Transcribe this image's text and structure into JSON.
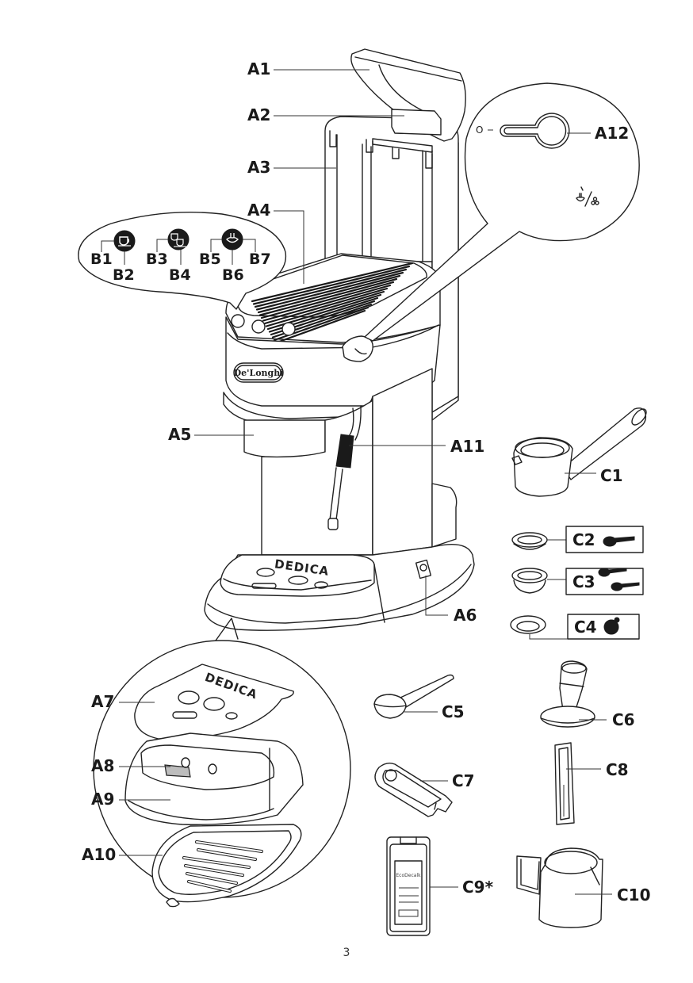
{
  "page": {
    "type": "appliance-manual-components-diagram",
    "page_number": "3"
  },
  "branding": {
    "brand_logo": "De'Longhi",
    "model_name": "DEDICA"
  },
  "labels": {
    "A1": "A1",
    "A2": "A2",
    "A3": "A3",
    "A4": "A4",
    "A5": "A5",
    "A6": "A6",
    "A7": "A7",
    "A8": "A8",
    "A9": "A9",
    "A10": "A10",
    "A11": "A11",
    "A12": "A12",
    "B1": "B1",
    "B2": "B2",
    "B3": "B3",
    "B4": "B4",
    "B5": "B5",
    "B6": "B6",
    "B7": "B7",
    "C1": "C1",
    "C2": "C2",
    "C3": "C3",
    "C4": "C4",
    "C5": "C5",
    "C6": "C6",
    "C7": "C7",
    "C8": "C8",
    "C9": "C9*",
    "C10": "C10"
  },
  "control_panel_callout": {
    "buttons": [
      {
        "icon": "single-cup-icon",
        "labels": [
          "B1",
          "B2"
        ]
      },
      {
        "icon": "double-cup-icon",
        "labels": [
          "B3",
          "B4"
        ]
      },
      {
        "icon": "steam-icon",
        "labels": [
          "B5",
          "B6",
          "B7"
        ]
      }
    ]
  },
  "steam_knob_callout": {
    "off_symbol": "O",
    "symbol_icon": "steam-hot-water-icon",
    "label": "A12"
  },
  "filter_callouts": [
    {
      "label": "C2",
      "icon": "single-scoop-icon"
    },
    {
      "label": "C3",
      "icon": "double-scoop-icon"
    },
    {
      "label": "C4",
      "icon": "pod-icon"
    }
  ],
  "decalcifier_pack": {
    "product_name": "EcoDecalk"
  }
}
